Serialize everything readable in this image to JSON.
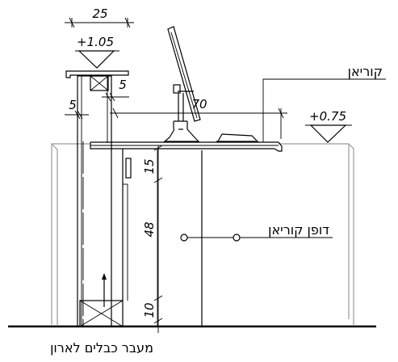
{
  "dimensions": {
    "top_width": "25",
    "level_top": "+1.05",
    "side_left": "5",
    "side_right": "5",
    "counter_depth": "70",
    "level_counter": "+0.75",
    "vertical_top": "15",
    "vertical_mid": "48",
    "vertical_bottom": "10"
  },
  "labels": {
    "corian_top": "קוריאן",
    "corian_side": "דופן קוריאן",
    "cable_pass": "מעבר כבלים לארון"
  }
}
